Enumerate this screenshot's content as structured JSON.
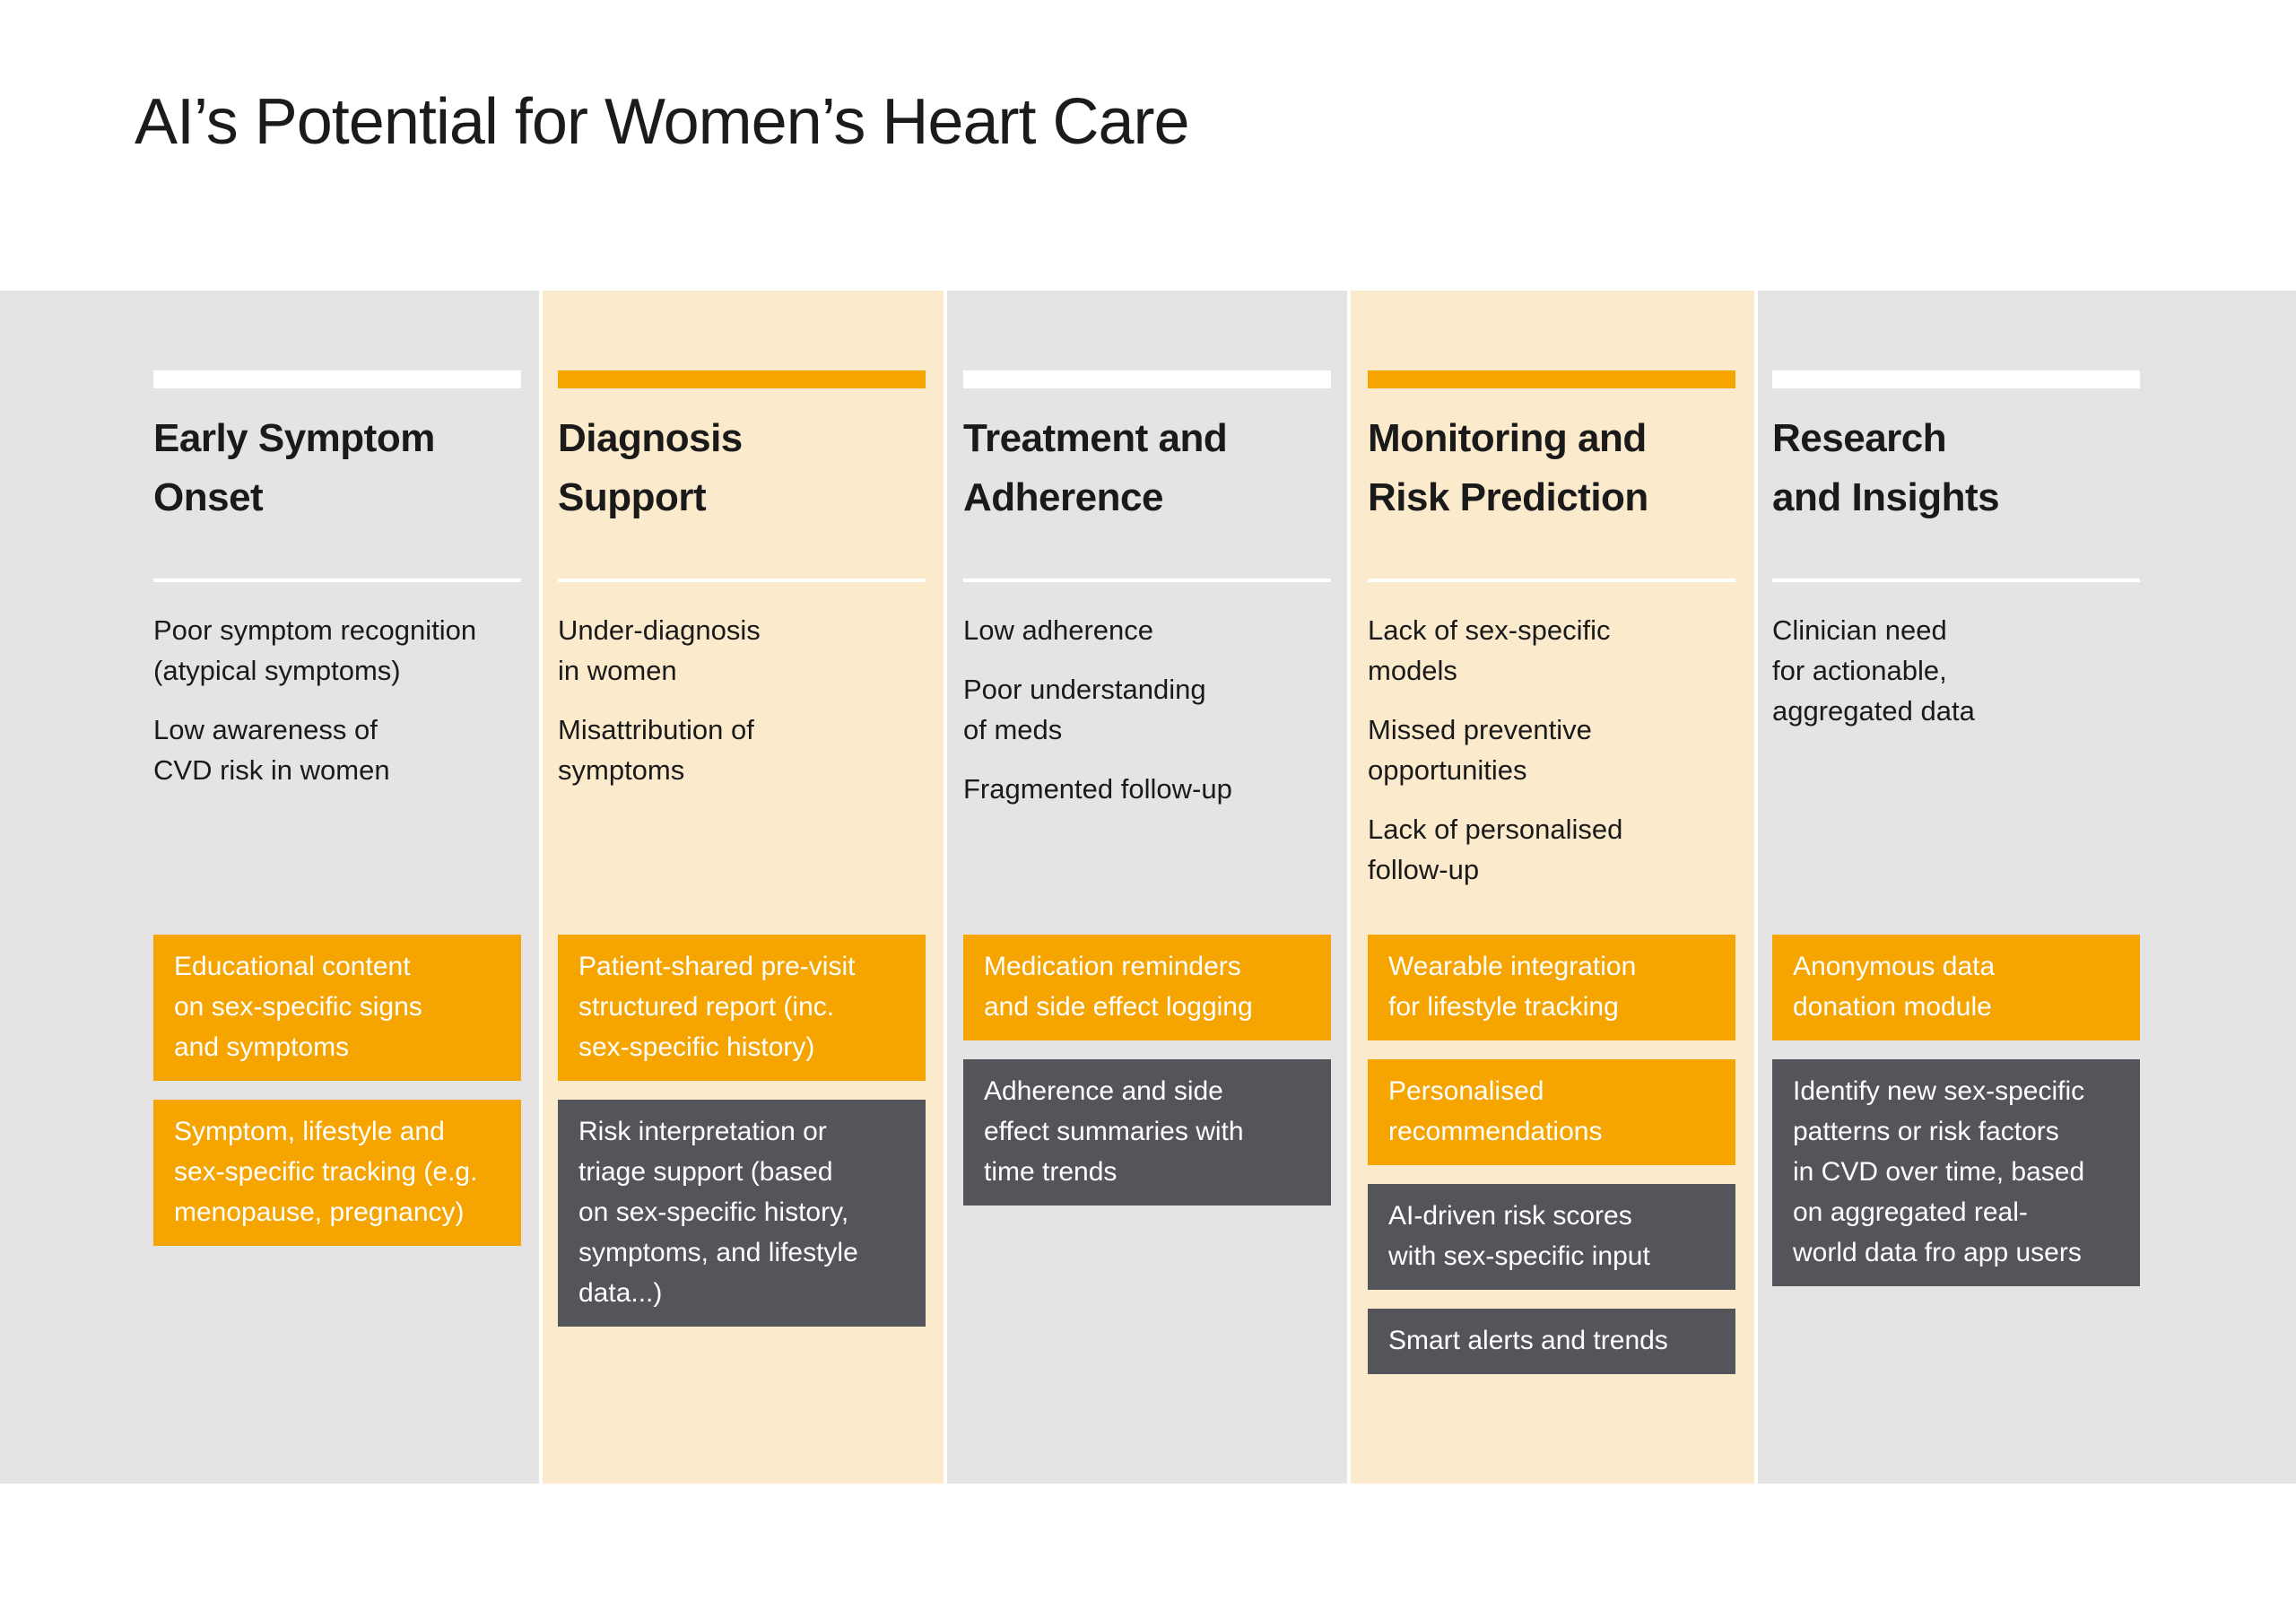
{
  "title": "AI’s Potential for Women’s Heart Care",
  "colors": {
    "accent_orange": "#F6A500",
    "tint_cream": "#FBEACC",
    "tint_gray": "#E4E4E4",
    "box_dark": "#53555A",
    "text_dark": "#1A1A1A",
    "text_light": "#FFFFFF"
  },
  "columns": [
    {
      "id": "early-symptom-onset",
      "tint": "gray",
      "top_bar": "white",
      "heading": "Early Symptom\nOnset",
      "problems": [
        "Poor symptom recognition\n(atypical symptoms)",
        "Low awareness of\nCVD risk in women"
      ],
      "solutions": [
        {
          "style": "orange",
          "text": "Educational content\non sex-specific signs\nand symptoms"
        },
        {
          "style": "orange",
          "text": "Symptom, lifestyle and\nsex-specific tracking (e.g.\nmenopause, pregnancy)"
        }
      ]
    },
    {
      "id": "diagnosis-support",
      "tint": "cream",
      "top_bar": "orange",
      "heading": "Diagnosis\nSupport",
      "problems": [
        "Under-diagnosis\nin women",
        "Misattribution of\nsymptoms"
      ],
      "solutions": [
        {
          "style": "orange",
          "text": "Patient-shared pre-visit\nstructured report (inc.\nsex-specific history)"
        },
        {
          "style": "dark",
          "text": "Risk interpretation or\ntriage support (based\non sex-specific history,\nsymptoms, and lifestyle\ndata...)"
        }
      ]
    },
    {
      "id": "treatment-and-adherence",
      "tint": "gray",
      "top_bar": "white",
      "heading": "Treatment and\nAdherence",
      "problems": [
        "Low adherence",
        "Poor understanding\nof meds",
        "Fragmented follow-up"
      ],
      "solutions": [
        {
          "style": "orange",
          "text": "Medication reminders\nand side effect logging"
        },
        {
          "style": "dark",
          "text": "Adherence and side\neffect summaries with\ntime trends"
        }
      ]
    },
    {
      "id": "monitoring-and-risk-prediction",
      "tint": "cream",
      "top_bar": "orange",
      "heading": "Monitoring and\nRisk Prediction",
      "problems": [
        "Lack of sex-specific\nmodels",
        "Missed preventive\nopportunities",
        "Lack of personalised\nfollow-up"
      ],
      "solutions": [
        {
          "style": "orange",
          "text": "Wearable integration\nfor lifestyle tracking"
        },
        {
          "style": "orange",
          "text": "Personalised\nrecommendations"
        },
        {
          "style": "dark",
          "text": "AI-driven risk scores\nwith sex-specific input"
        },
        {
          "style": "dark",
          "text": "Smart alerts and trends"
        }
      ]
    },
    {
      "id": "research-and-insights",
      "tint": "gray",
      "top_bar": "white",
      "heading": "Research\nand Insights",
      "problems": [
        "Clinician need\nfor actionable,\naggregated data"
      ],
      "solutions": [
        {
          "style": "orange",
          "text": "Anonymous data\ndonation module"
        },
        {
          "style": "dark",
          "text": "Identify new sex-specific\npatterns or risk factors\nin CVD over time, based\non aggregated real-\nworld data fro app users"
        }
      ]
    }
  ]
}
